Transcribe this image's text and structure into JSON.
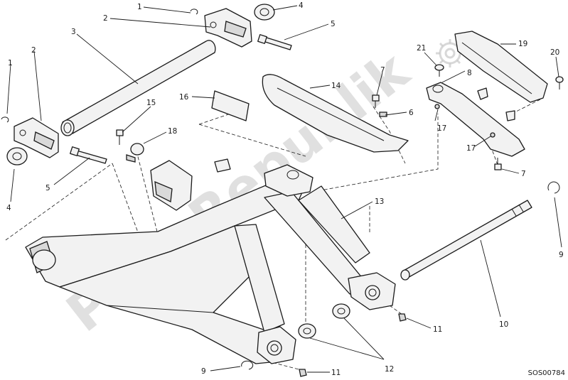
{
  "callouts": [
    {
      "id": "c1a",
      "label": "1"
    },
    {
      "id": "c1b",
      "label": "1"
    },
    {
      "id": "c2a",
      "label": "2"
    },
    {
      "id": "c2b",
      "label": "2"
    },
    {
      "id": "c3",
      "label": "3"
    },
    {
      "id": "c4a",
      "label": "4"
    },
    {
      "id": "c4b",
      "label": "4"
    },
    {
      "id": "c5a",
      "label": "5"
    },
    {
      "id": "c5b",
      "label": "5"
    },
    {
      "id": "c6",
      "label": "6"
    },
    {
      "id": "c7a",
      "label": "7"
    },
    {
      "id": "c7b",
      "label": "7"
    },
    {
      "id": "c8",
      "label": "8"
    },
    {
      "id": "c9a",
      "label": "9"
    },
    {
      "id": "c9b",
      "label": "9"
    },
    {
      "id": "c10",
      "label": "10"
    },
    {
      "id": "c11a",
      "label": "11"
    },
    {
      "id": "c11b",
      "label": "11"
    },
    {
      "id": "c12",
      "label": "12"
    },
    {
      "id": "c13",
      "label": "13"
    },
    {
      "id": "c14",
      "label": "14"
    },
    {
      "id": "c15",
      "label": "15"
    },
    {
      "id": "c16",
      "label": "16"
    },
    {
      "id": "c17a",
      "label": "17"
    },
    {
      "id": "c17b",
      "label": "17"
    },
    {
      "id": "c18",
      "label": "18"
    },
    {
      "id": "c19",
      "label": "19"
    },
    {
      "id": "c20",
      "label": "20"
    },
    {
      "id": "c21",
      "label": "21"
    }
  ],
  "diagram_code": "SOS00784",
  "watermark": "PartsRepublik"
}
